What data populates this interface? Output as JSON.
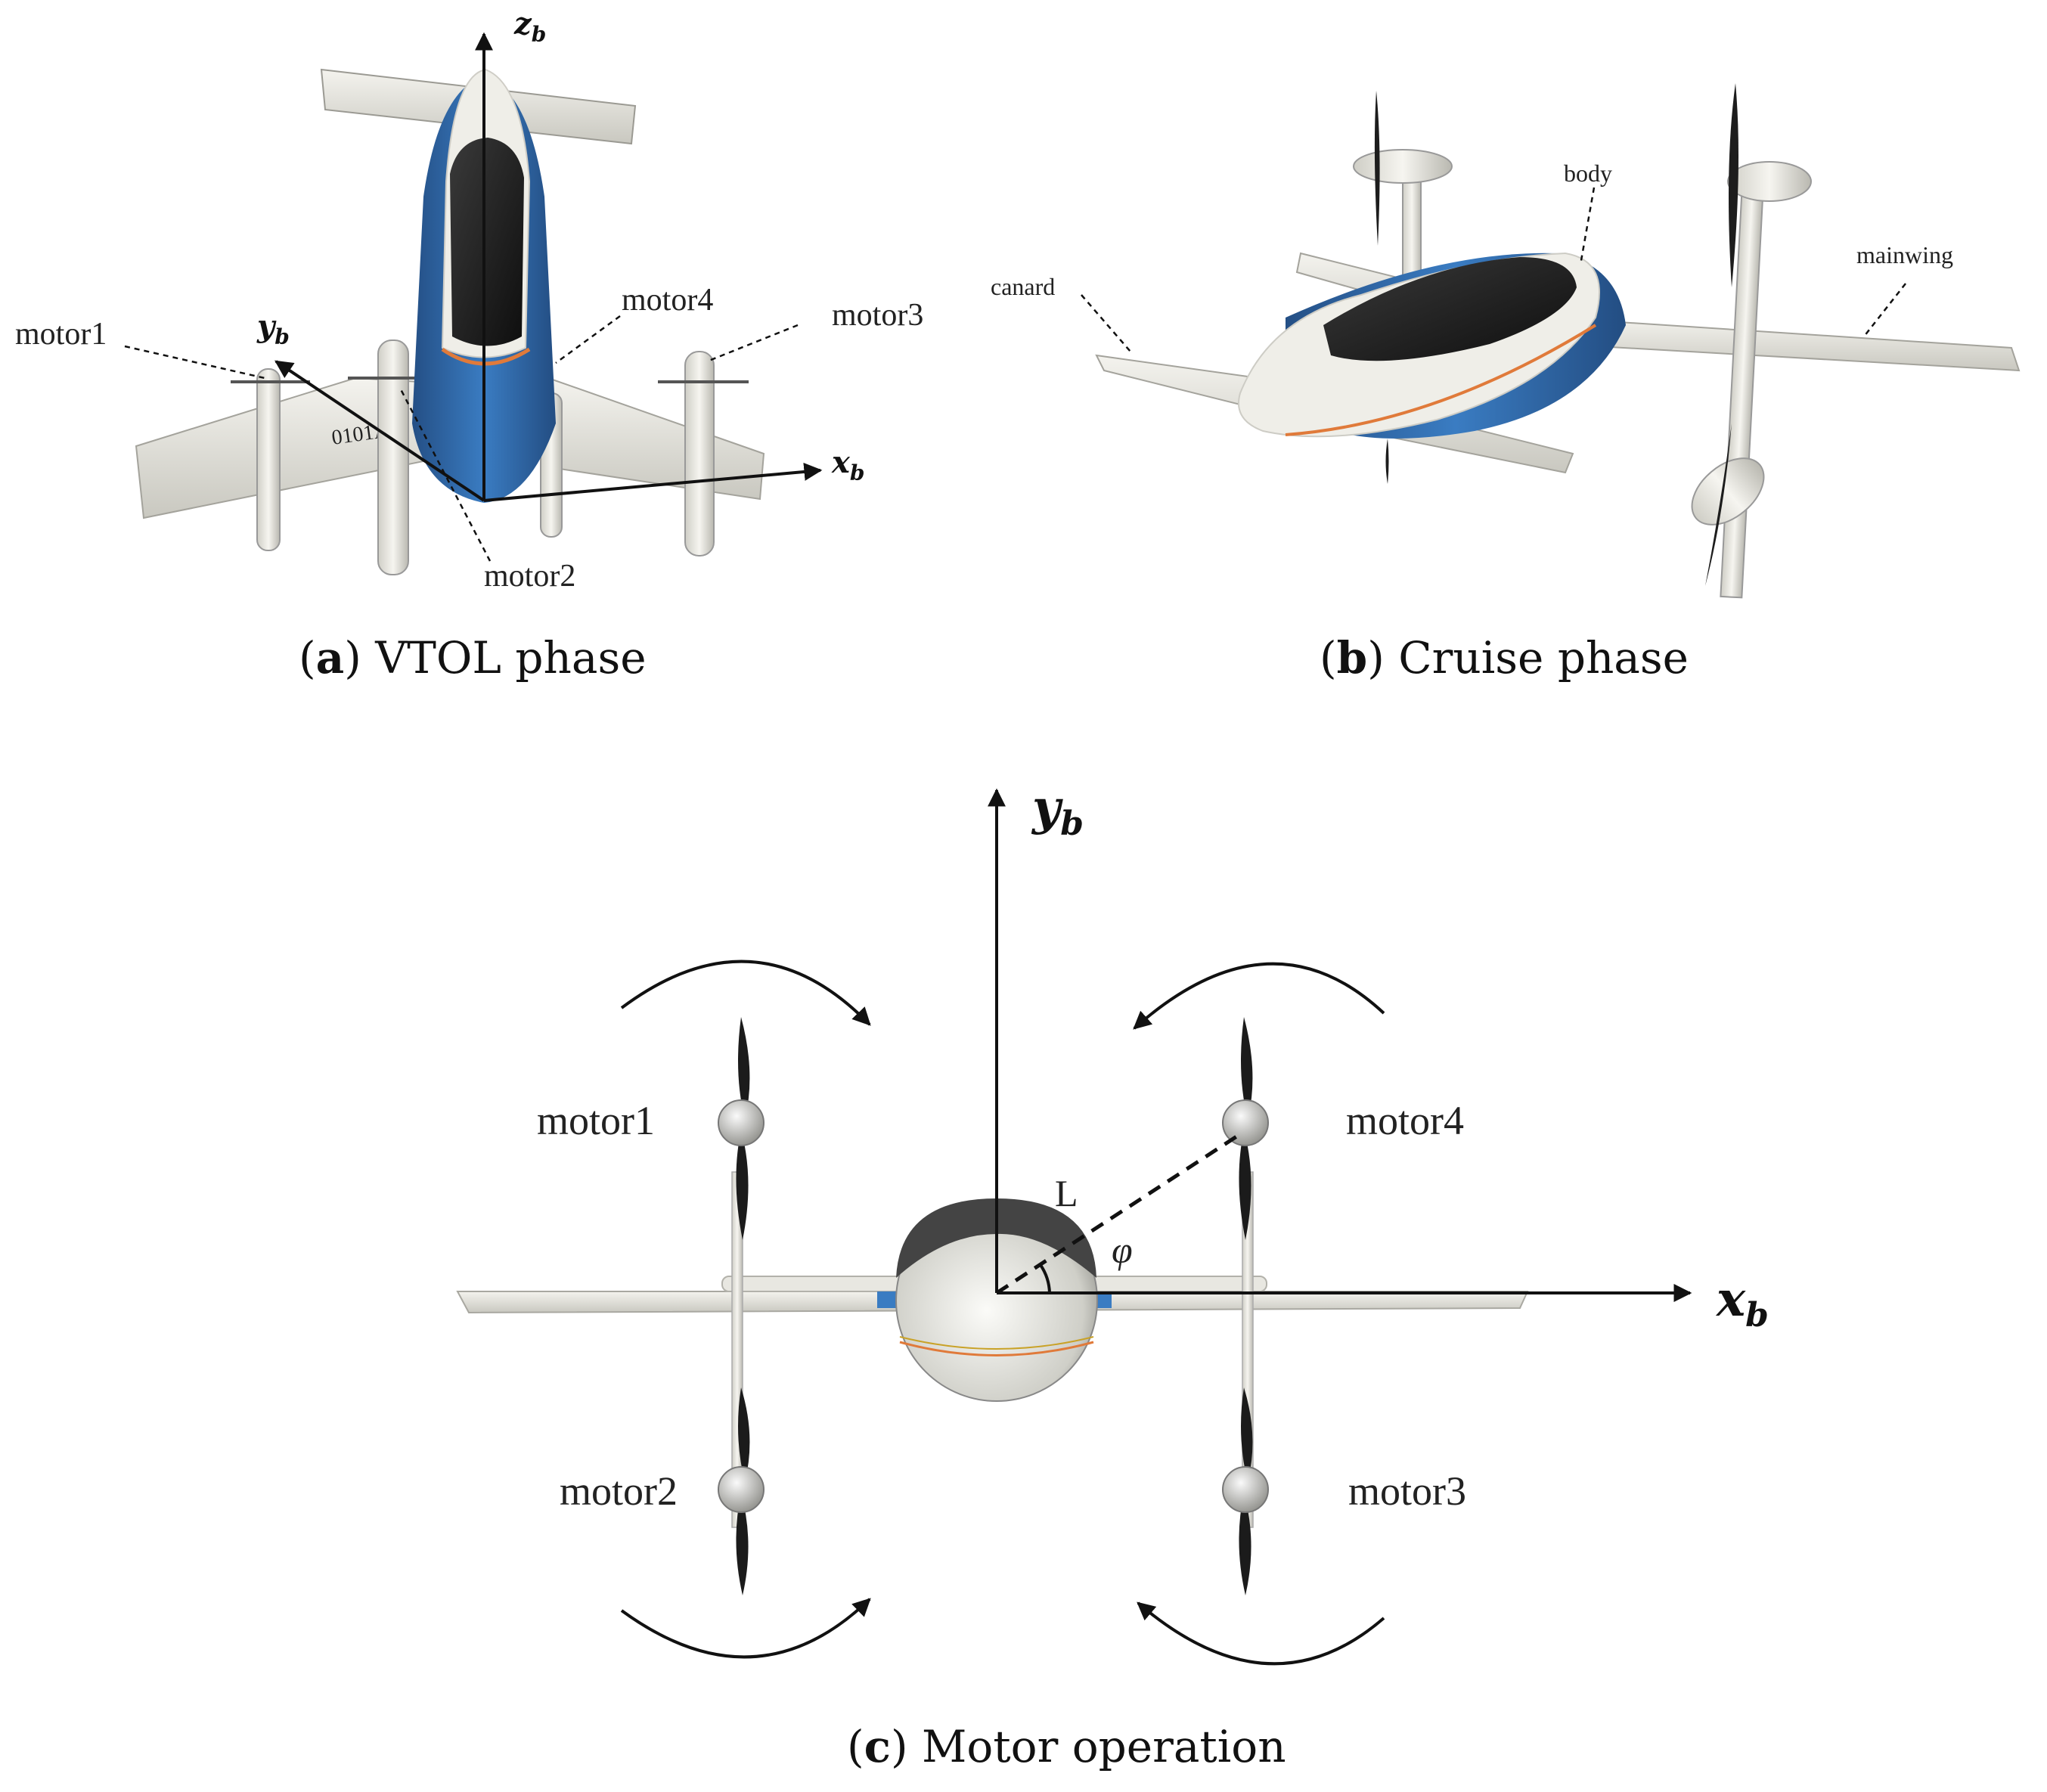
{
  "panel_a": {
    "caption_letter": "a",
    "caption_text": " VTOL phase",
    "axes": {
      "z_main": "z",
      "z_sub": "b",
      "y_main": "y",
      "y_sub": "b",
      "x_main": "x",
      "x_sub": "b"
    },
    "labels": {
      "motor1": "motor1",
      "motor2": "motor2",
      "motor3": "motor3",
      "motor4": "motor4"
    },
    "tail_number": "0101A"
  },
  "panel_b": {
    "caption_letter": "b",
    "caption_text": " Cruise phase",
    "labels": {
      "canard": "canard",
      "body": "body",
      "mainwing": "mainwing"
    }
  },
  "panel_c": {
    "caption_letter": "c",
    "caption_text": " Motor operation",
    "axes": {
      "y_main": "y",
      "y_sub": "b",
      "x_main": "x",
      "x_sub": "b"
    },
    "labels": {
      "motor1": "motor1",
      "motor2": "motor2",
      "motor3": "motor3",
      "motor4": "motor4",
      "arm": "L",
      "angle": "φ"
    }
  },
  "colors": {
    "fuselage_blue": "#2f6fb3",
    "canopy": "#1e1e1e",
    "body_white": "#ecebe4",
    "accent_orange": "#e07a3a"
  }
}
